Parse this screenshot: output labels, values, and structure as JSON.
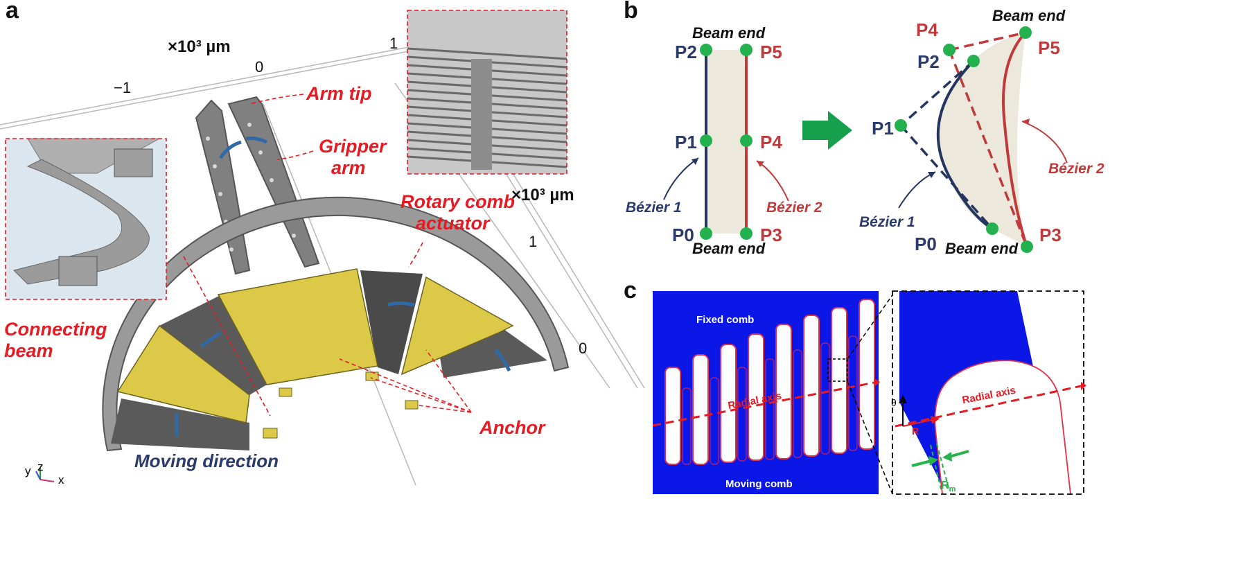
{
  "panels": {
    "a": {
      "letter": "a",
      "axis_x_unit": "×10³ µm",
      "axis_x_ticks": [
        "−1",
        "0",
        "1"
      ],
      "axis_y_unit": "×10³ µm",
      "axis_y_ticks": [
        "1",
        "0"
      ],
      "labels": {
        "arm_tip": "Arm tip",
        "gripper_arm_1": "Gripper",
        "gripper_arm_2": "arm",
        "rotary_1": "Rotary comb",
        "rotary_2": "actuator",
        "connecting_1": "Connecting",
        "connecting_2": "beam",
        "anchor": "Anchor",
        "moving_direction": "Moving direction"
      },
      "triad": {
        "y": "y",
        "z": "z",
        "x": "x"
      },
      "colors": {
        "structure": "#7a7a7a",
        "pad": "#dcc948",
        "annotation": "#e41b23",
        "arrow": "#2f6aa6"
      }
    },
    "b": {
      "letter": "b",
      "left": {
        "top": "Beam end",
        "bottom": "Beam end",
        "points": [
          "P2",
          "P5",
          "P1",
          "P4",
          "P0",
          "P3"
        ],
        "bezier1": "Bézier 1",
        "bezier2": "Bézier 2"
      },
      "right": {
        "top": "Beam end",
        "bottom": "Beam end",
        "points": [
          "P4",
          "P5",
          "P2",
          "P1",
          "P0",
          "P3"
        ],
        "bezier1": "Bézier 1",
        "bezier2": "Bézier 2"
      },
      "colors": {
        "blue": "#24355f",
        "red": "#c0393b",
        "point": "#22b14c",
        "fill": "#ece9dc",
        "arrow": "#16a04e"
      }
    },
    "c": {
      "letter": "c",
      "fixed_comb": "Fixed comb",
      "moving_comb": "Moving comb",
      "radial_axis": "Radial axis",
      "zoom_radial_axis": "Radial axis",
      "theta": "θ",
      "r": "R",
      "rm": "R",
      "rm_sub": "m",
      "colors": {
        "background": "#0a17e6",
        "outline": "#e0304a",
        "dim": "#27b24a"
      }
    }
  }
}
